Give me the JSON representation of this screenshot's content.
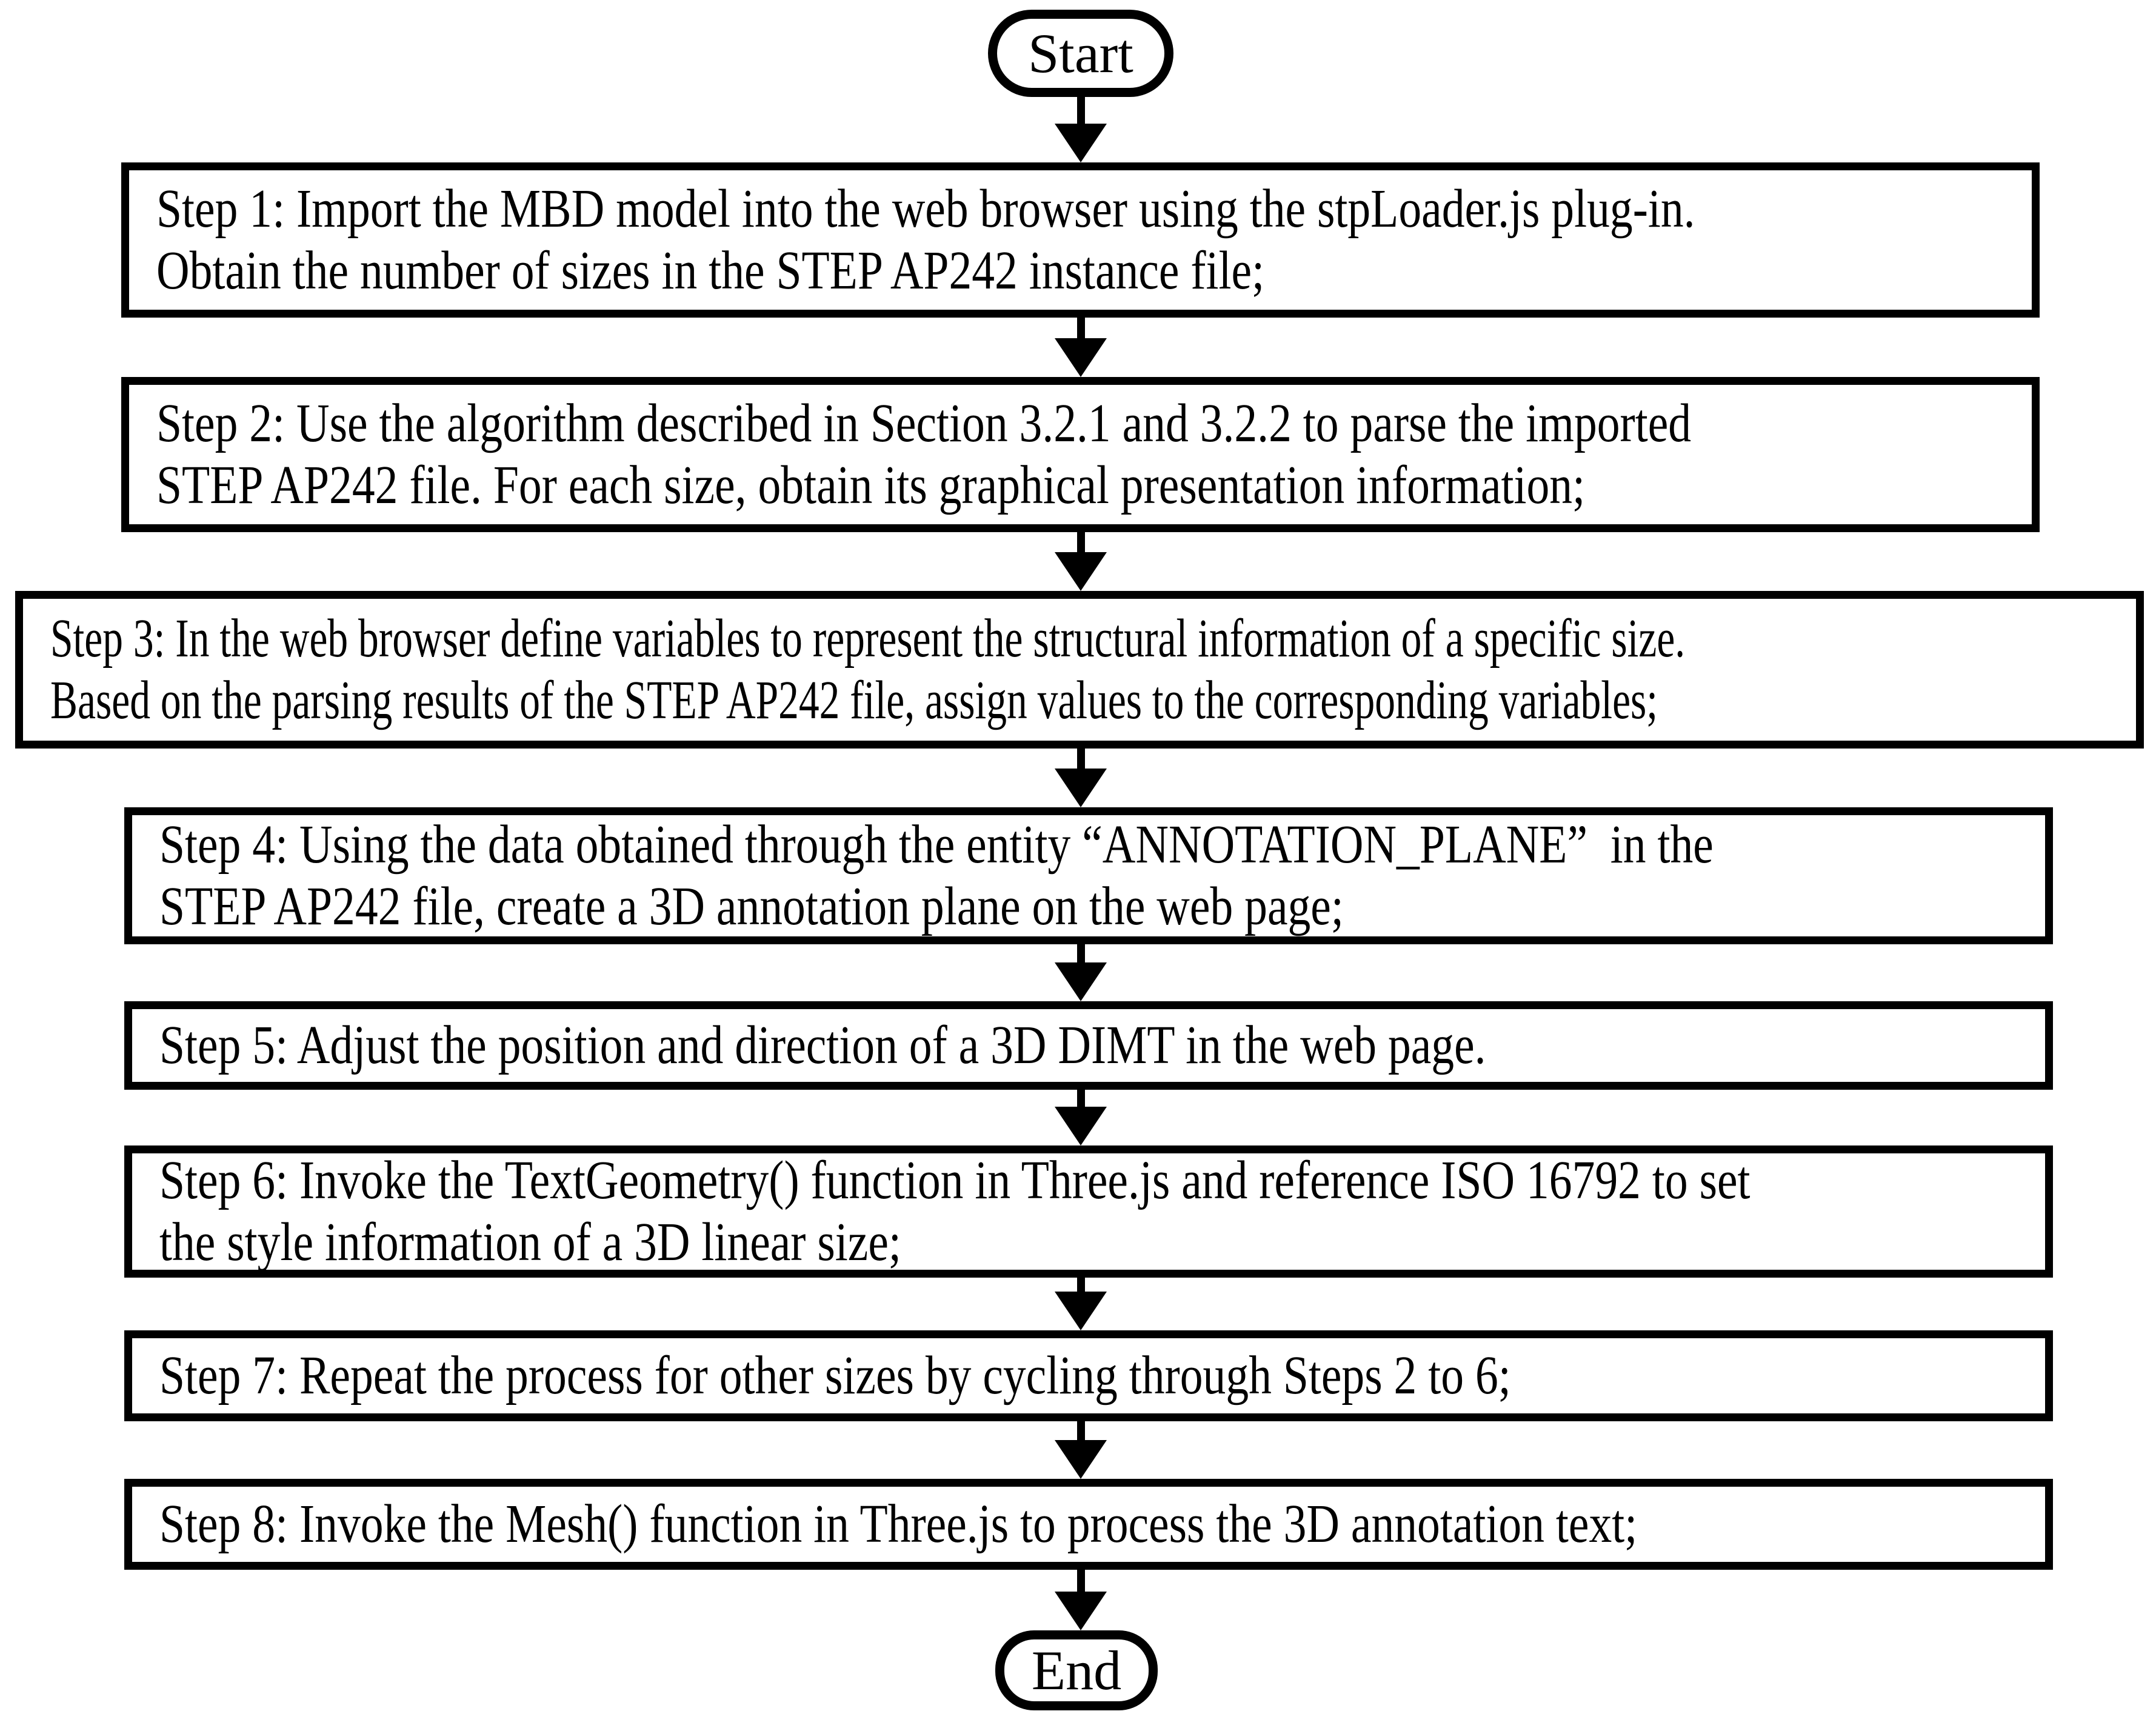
{
  "flowchart": {
    "start_label": "Start",
    "end_label": "End",
    "steps": [
      {
        "id": "step-1",
        "text": "Step 1: Import the MBD model into the web browser using the stpLoader.js plug-in.\nObtain the number of sizes in the STEP AP242 instance file;"
      },
      {
        "id": "step-2",
        "text": "Step 2: Use the algorithm described in Section 3.2.1 and 3.2.2 to parse the imported\nSTEP AP242 file. For each size, obtain its graphical presentation information;"
      },
      {
        "id": "step-3",
        "text": "Step 3: In the web browser define variables to represent the structural information of a specific size.\nBased on the parsing results of the STEP AP242 file, assign values to the corresponding variables;"
      },
      {
        "id": "step-4",
        "text": "Step 4: Using the data obtained through the entity “ANNOTATION_PLANE”  in the\nSTEP AP242 file, create a 3D annotation plane on the web page;"
      },
      {
        "id": "step-5",
        "text": "Step 5: Adjust the position and direction of a 3D DIMT in the web page."
      },
      {
        "id": "step-6",
        "text": "Step 6: Invoke the TextGeometry() function in Three.js and reference ISO 16792 to set\nthe style information of a 3D linear size;"
      },
      {
        "id": "step-7",
        "text": "Step 7: Repeat the process for other sizes by cycling through Steps 2 to 6;"
      },
      {
        "id": "step-8",
        "text": "Step 8: Invoke the Mesh() function in Three.js to process the 3D annotation text;"
      }
    ],
    "colors": {
      "stroke": "#000000",
      "text": "#000000",
      "background": "#ffffff"
    }
  }
}
